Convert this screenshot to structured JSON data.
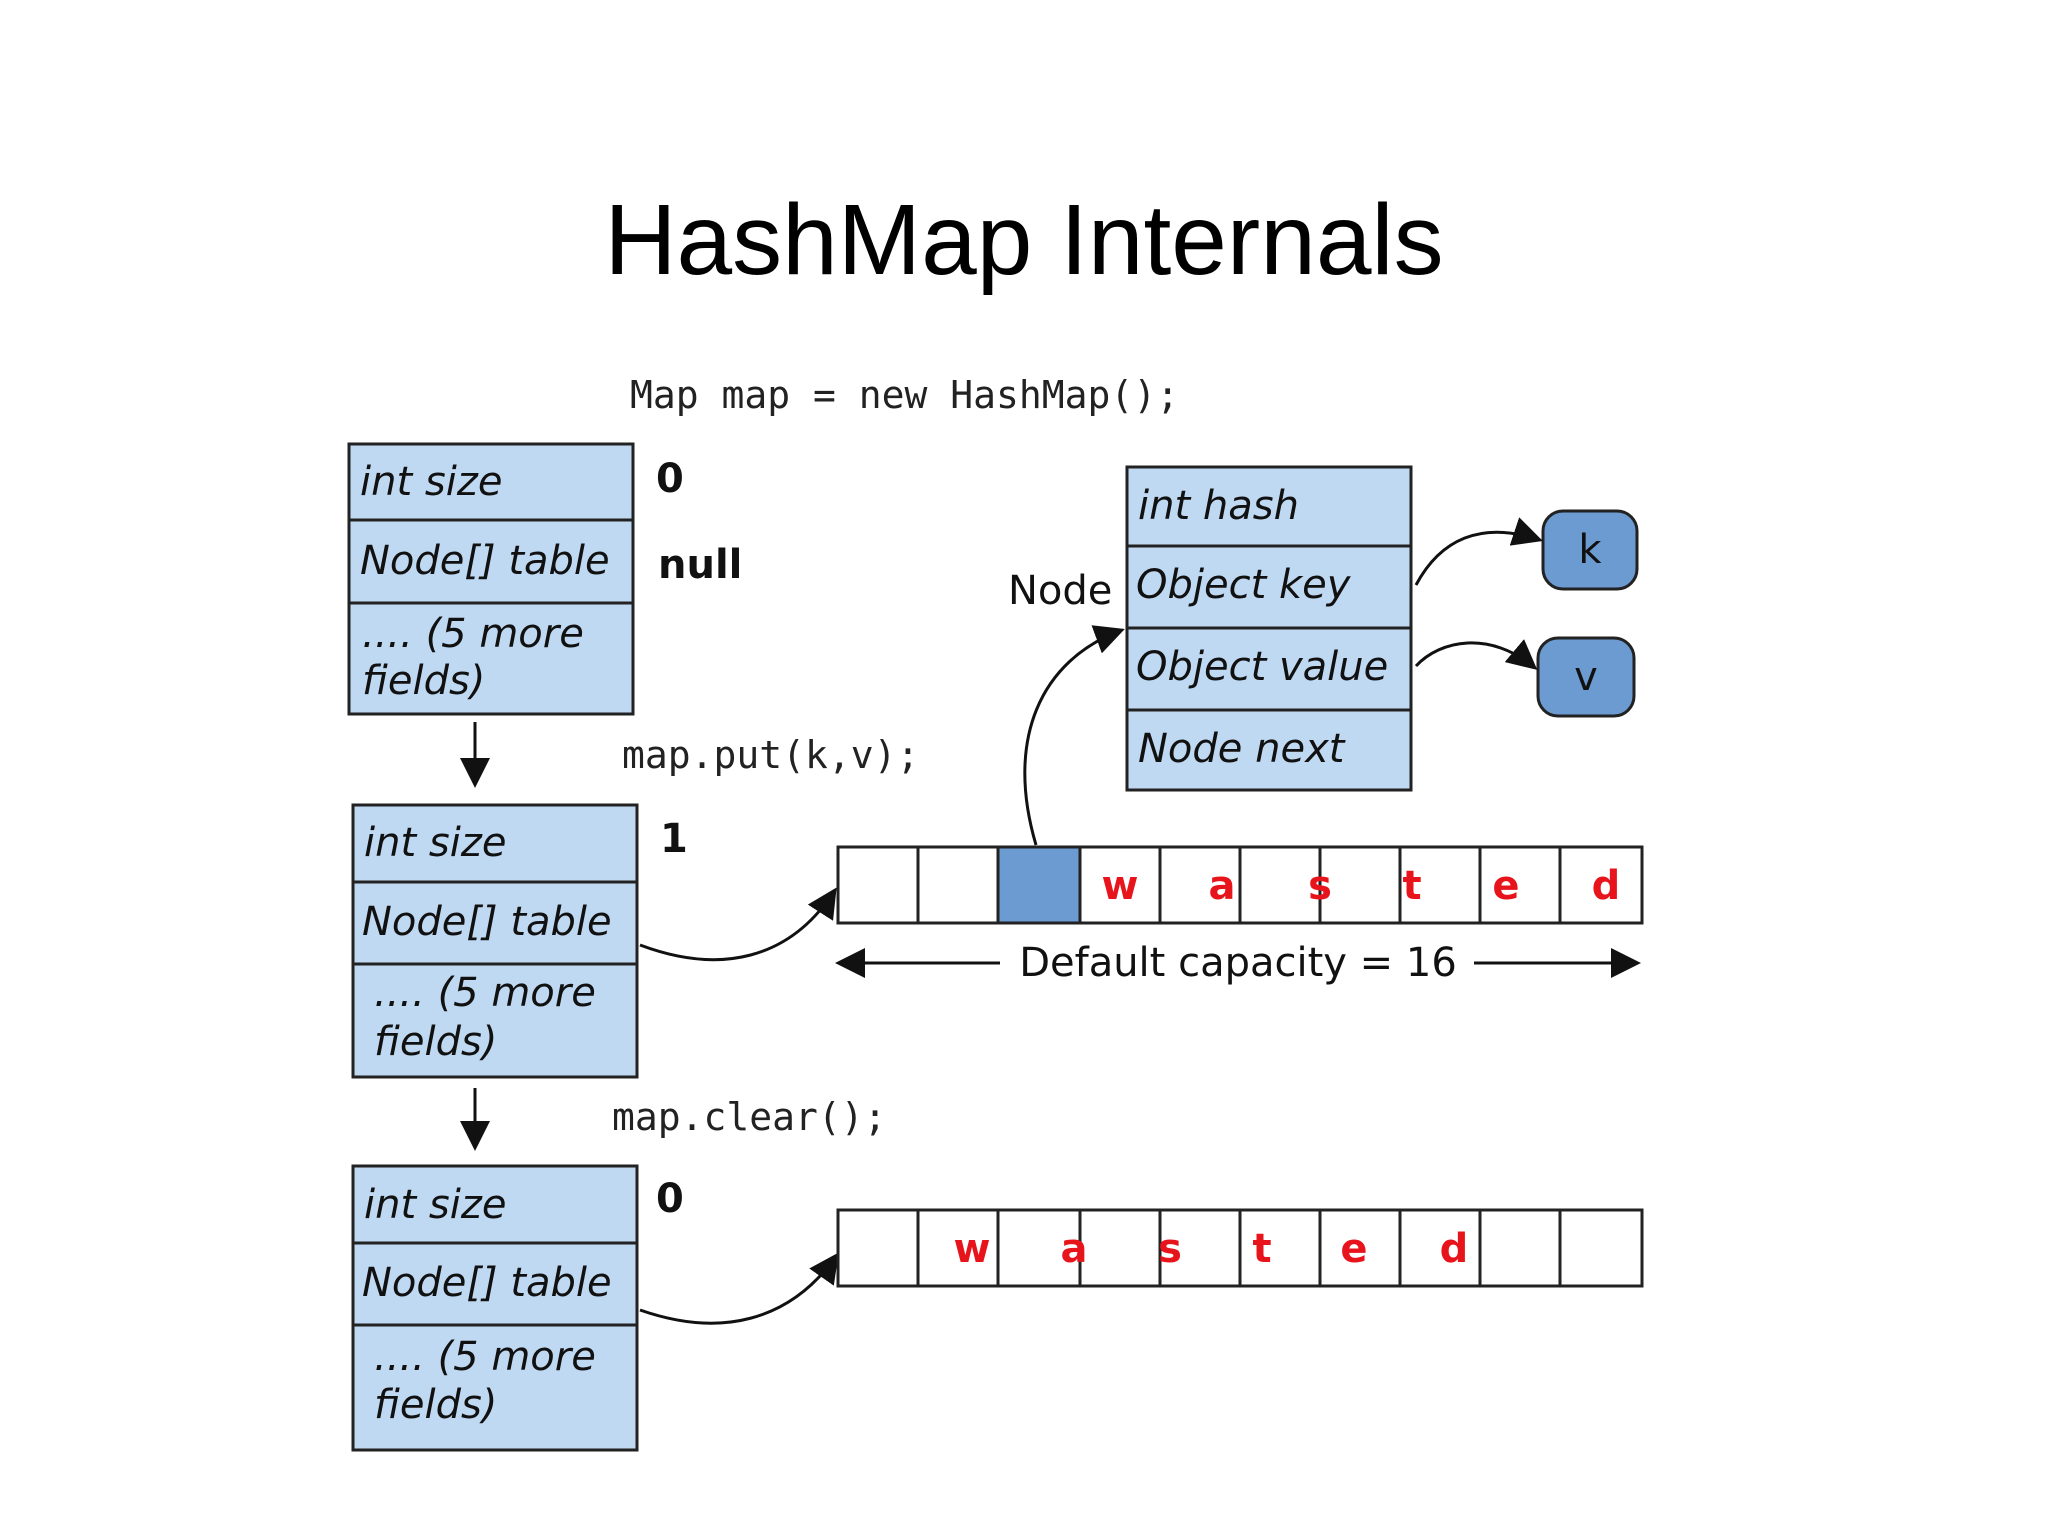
{
  "title": "HashMap Internals",
  "code": {
    "create": "Map map = new HashMap();",
    "put": "map.put(k,v);",
    "clear": "map.clear();"
  },
  "states": [
    {
      "fields": [
        "int size",
        "Node[] table",
        ".... (5 more",
        "fields)"
      ],
      "size_value": "0",
      "table_value": "null"
    },
    {
      "fields": [
        "int size",
        "Node[] table",
        ".... (5 more",
        "fields)"
      ],
      "size_value": "1"
    },
    {
      "fields": [
        "int size",
        "Node[] table",
        ".... (5 more",
        "fields)"
      ],
      "size_value": "0"
    }
  ],
  "node": {
    "label": "Node",
    "fields": [
      "int hash",
      "Object key",
      "Object value",
      "Node next"
    ],
    "key_label": "k",
    "value_label": "v"
  },
  "arrays": {
    "after_put_letters": [
      "w",
      "a",
      "s",
      "t",
      "e",
      "d"
    ],
    "after_clear_letters": [
      "w",
      "a",
      "s",
      "t",
      "e",
      "d"
    ],
    "capacity_label": "Default capacity = 16"
  },
  "colors": {
    "box_fill": "#c0d9f2",
    "node_fill": "#6b9bd1",
    "wasted_text": "#e8141b"
  }
}
